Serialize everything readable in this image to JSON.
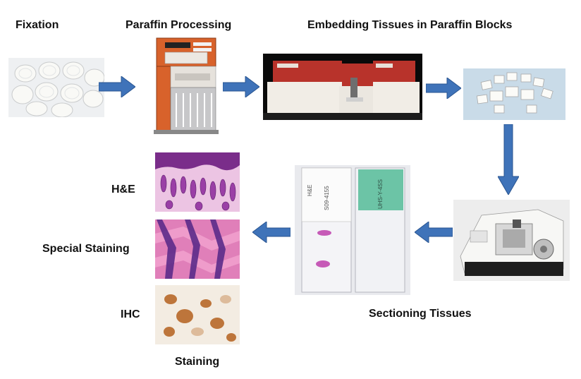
{
  "steps": {
    "fixation": "Fixation",
    "paraffin_processing": "Paraffin Processing",
    "embedding": "Embedding Tissues in Paraffin Blocks",
    "sectioning": "Sectioning Tissues",
    "staining": "Staining"
  },
  "stains": {
    "he": "H&E",
    "special": "Special Staining",
    "ihc": "IHC"
  },
  "slide_labels": {
    "left_side": "H&E",
    "left_code": "S09-4155",
    "right_code": "UHS-Y-4SS"
  },
  "colors": {
    "arrow": "#3f73b9",
    "arrow_edge": "#2a5591",
    "processor_orange": "#d8622b",
    "embedder_red": "#b8332b",
    "he_purple": "#7a2d8a",
    "he_pink": "#e07fb9",
    "ihc_brown": "#b8692a"
  }
}
